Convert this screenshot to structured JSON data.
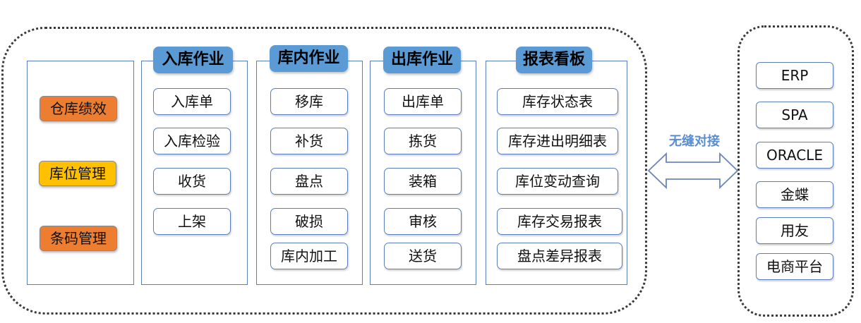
{
  "colors": {
    "header_fill": "#5b9bd5",
    "tag_orange": "#ed7d31",
    "tag_yellow": "#ffc000",
    "outline_blue": "#5b7fbd",
    "bridge_text": "#5b8ed0"
  },
  "left_tags": [
    {
      "label": "仓库绩效",
      "color": "#ed7d31"
    },
    {
      "label": "库位管理",
      "color": "#ffc000"
    },
    {
      "label": "条码管理",
      "color": "#ed7d31"
    }
  ],
  "columns": [
    {
      "header": "入库作业",
      "items": [
        "入库单",
        "入库检验",
        "收货",
        "上架"
      ]
    },
    {
      "header": "库内作业",
      "items": [
        "移库",
        "补货",
        "盘点",
        "破损",
        "库内加工"
      ]
    },
    {
      "header": "出库作业",
      "items": [
        "出库单",
        "拣货",
        "装箱",
        "审核",
        "送货"
      ]
    },
    {
      "header": "报表看板",
      "items": [
        "库存状态表",
        "库存进出明细表",
        "库位变动查询",
        "库存交易报表",
        "盘点差异报表"
      ]
    }
  ],
  "bridge_label": "无缝对接",
  "external_systems": [
    "ERP",
    "SPA",
    "ORACLE",
    "金蝶",
    "用友",
    "电商平台"
  ]
}
